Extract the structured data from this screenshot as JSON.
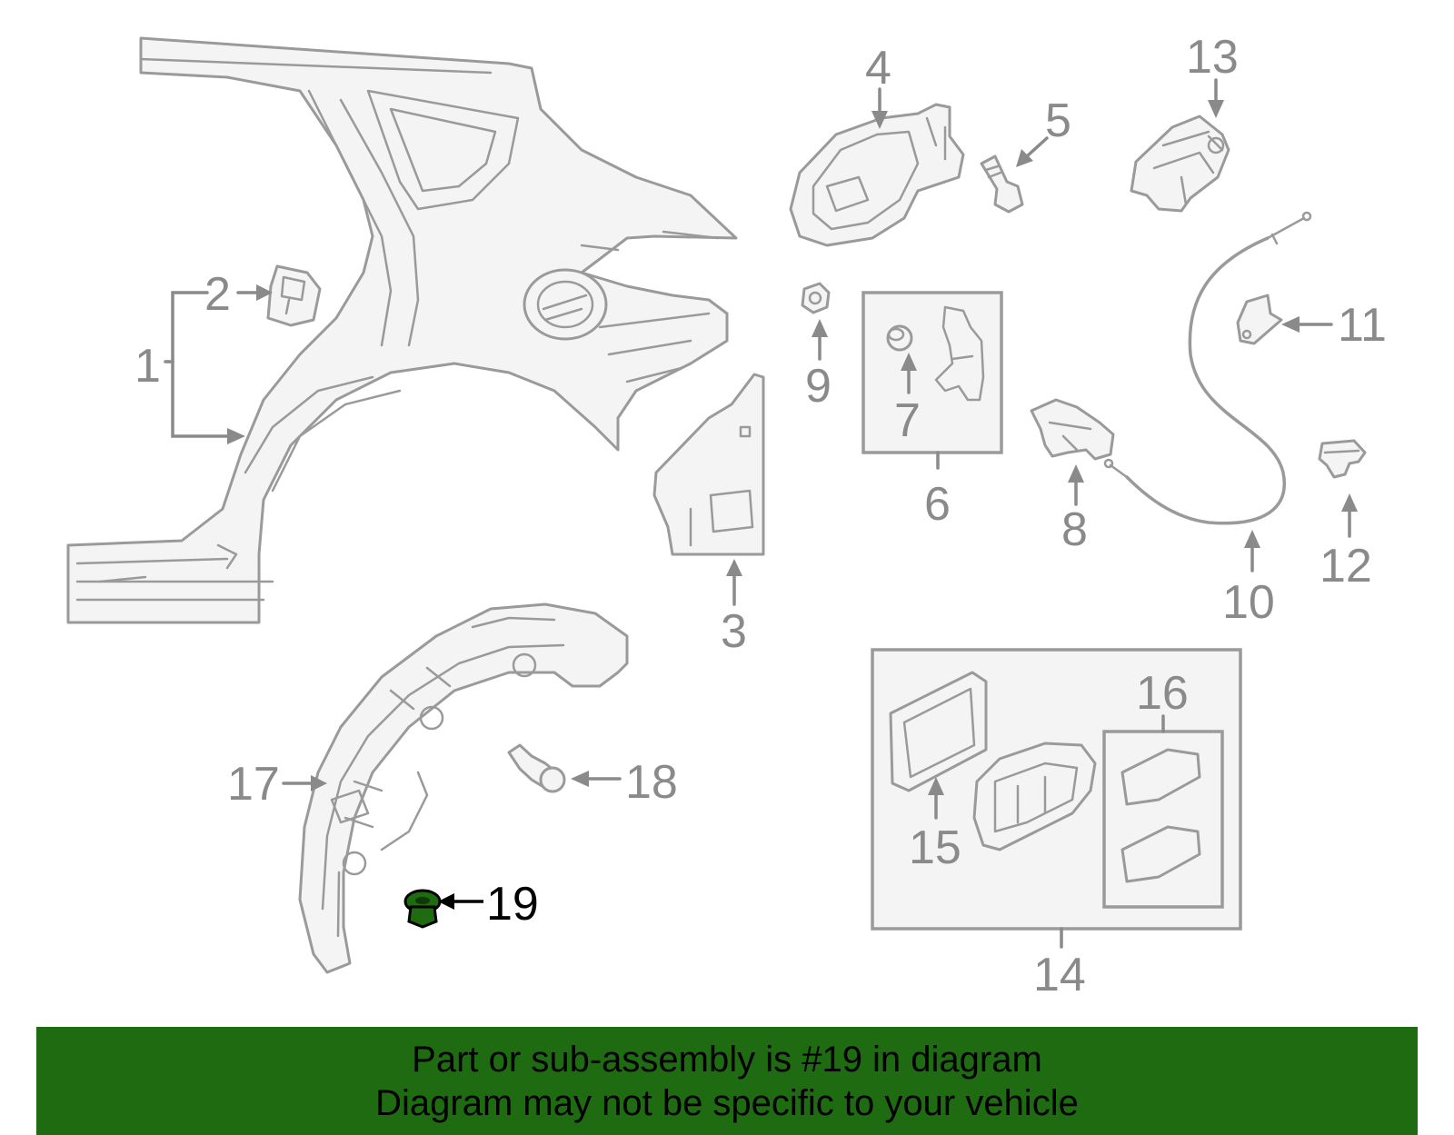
{
  "callouts": {
    "n1": "1",
    "n2": "2",
    "n3": "3",
    "n4": "4",
    "n5": "5",
    "n6": "6",
    "n7": "7",
    "n8": "8",
    "n9": "9",
    "n10": "10",
    "n11": "11",
    "n12": "12",
    "n13": "13",
    "n14": "14",
    "n15": "15",
    "n16": "16",
    "n17": "17",
    "n18": "18",
    "n19": "19"
  },
  "highlight": {
    "part_number": "19",
    "color": "#1e6b12"
  },
  "banner": {
    "line1": "Part or sub-assembly is #19 in diagram",
    "line2": "Diagram may not be specific to your vehicle",
    "background": "#1e6b12"
  }
}
